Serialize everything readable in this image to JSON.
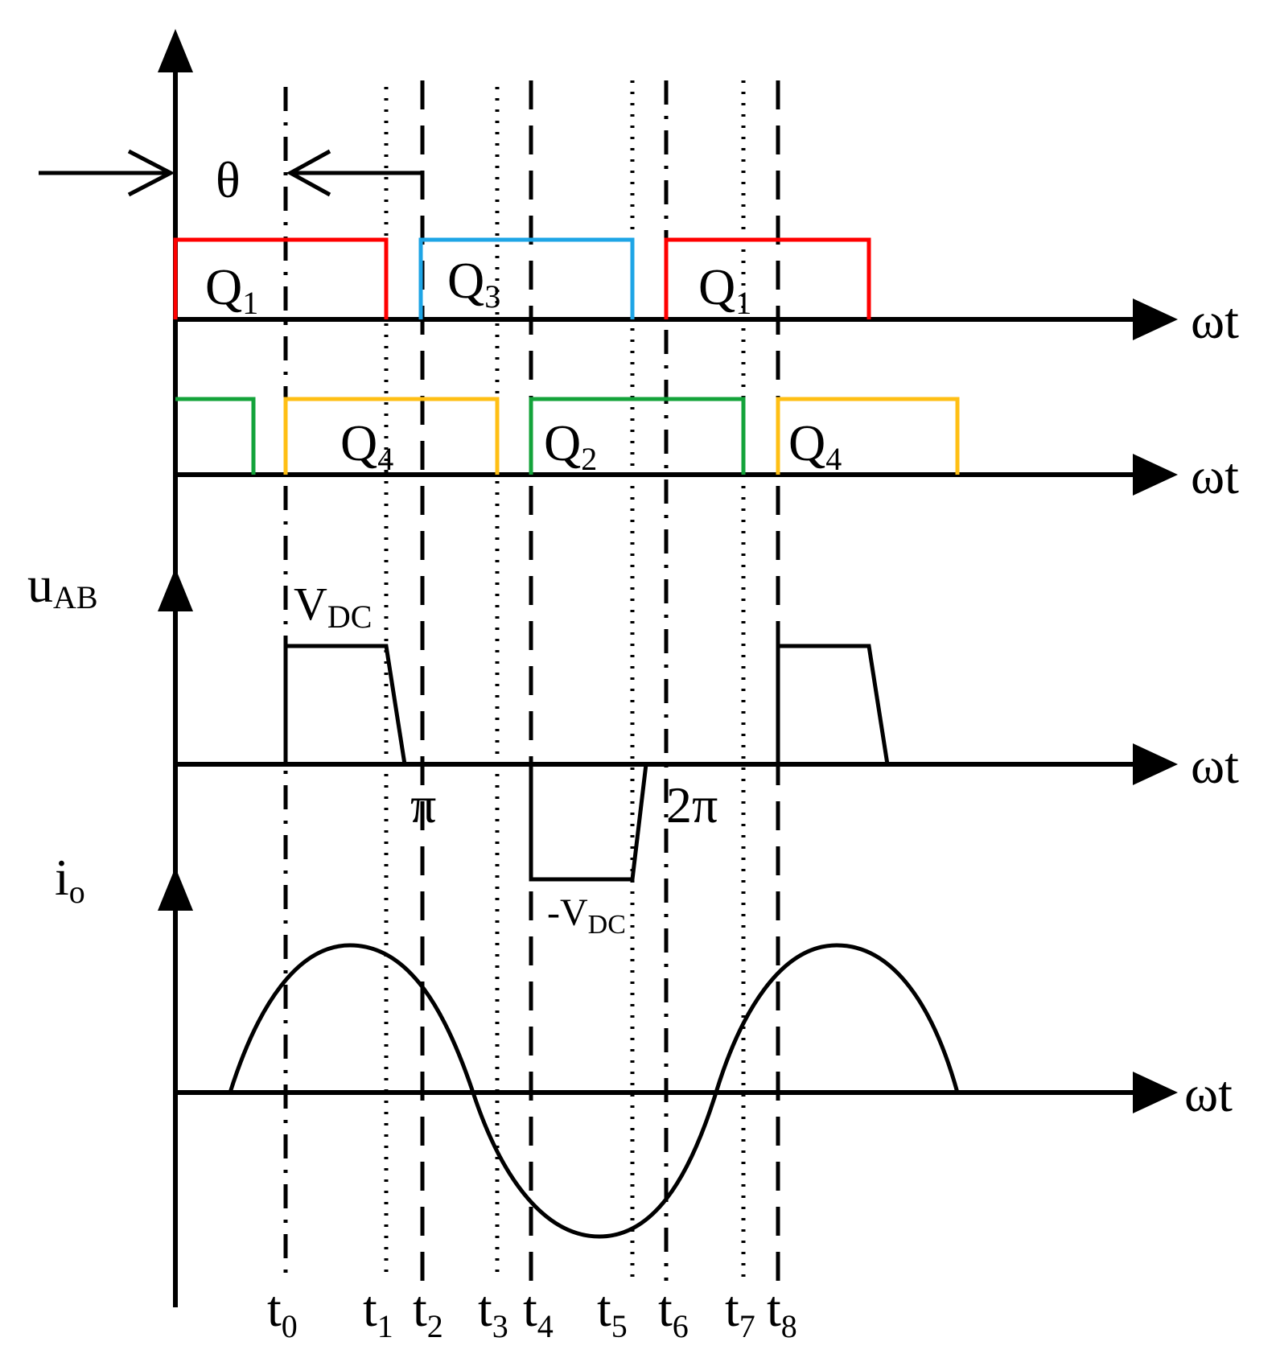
{
  "diagram": {
    "theta_label": "θ",
    "axis_label": "ωt",
    "gate_row1": {
      "q1a": {
        "base": "Q",
        "sub": "1",
        "color": "#ff0000"
      },
      "q3": {
        "base": "Q",
        "sub": "3",
        "color": "#1ea5e6"
      },
      "q1b": {
        "base": "Q",
        "sub": "1",
        "color": "#ff0000"
      }
    },
    "gate_row2": {
      "q4a": {
        "base": "Q",
        "sub": "4",
        "color": "#ffbf14"
      },
      "q2": {
        "base": "Q",
        "sub": "2",
        "color": "#13a33a"
      },
      "q4b": {
        "base": "Q",
        "sub": "4",
        "color": "#ffbf14"
      }
    },
    "uab": {
      "axis_label_base": "u",
      "axis_label_sub": "AB",
      "pos_label_base": "V",
      "pos_label_sub": "DC",
      "neg_label_base": "-V",
      "neg_label_sub": "DC",
      "pi_label": "π",
      "two_pi_label": "2π"
    },
    "io": {
      "axis_label_base": "i",
      "axis_label_sub": "o"
    },
    "time_marks": [
      {
        "base": "t",
        "sub": "0"
      },
      {
        "base": "t",
        "sub": "1"
      },
      {
        "base": "t",
        "sub": "2"
      },
      {
        "base": "t",
        "sub": "3"
      },
      {
        "base": "t",
        "sub": "4"
      },
      {
        "base": "t",
        "sub": "5"
      },
      {
        "base": "t",
        "sub": "6"
      },
      {
        "base": "t",
        "sub": "7"
      },
      {
        "base": "t",
        "sub": "8"
      }
    ]
  }
}
